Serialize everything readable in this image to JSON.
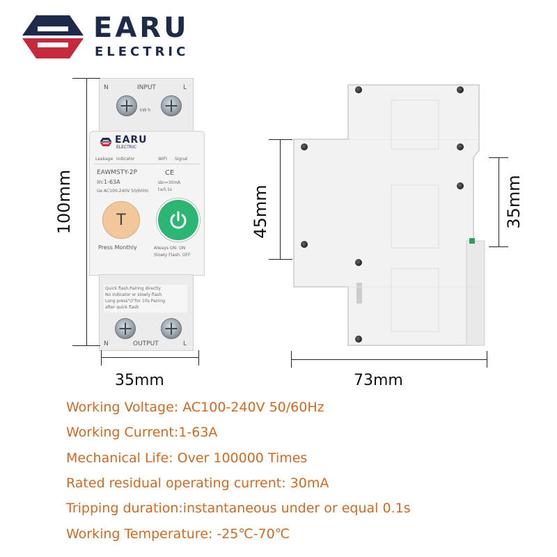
{
  "brand": {
    "name": "EARU",
    "sub": "ELECTRIC",
    "colors": {
      "navy": "#1e2a4a",
      "red": "#c8283c"
    }
  },
  "front_device": {
    "input_label": "INPUT",
    "n_label": "N",
    "l_label": "L",
    "kwh_label": "kW·h",
    "brand_name": "EARU",
    "brand_sub": "ELECTRIC",
    "leakage_label": "Leakage",
    "indicator_label": "indicator",
    "wifi_label": "WIFI",
    "signal_label": "Signal",
    "model": "EAWMSTY-2P",
    "current_rating": "in:1-63A",
    "voltage_rating": "Ue AC100-240V 50/60Hz",
    "leak_rating": "IΔn=30mA",
    "trip_time": "t≤0.1s",
    "ce_mark": "CE",
    "test_button_label": "T",
    "press_monthly": "Press Monthly",
    "always_on": "Always ON: ON",
    "slowly_flash": "Slowly Flash: OFF",
    "instructions": [
      "Quick flash,Pairing directly",
      "No indicator or slowly flash",
      "Long press\"⏻\"for 10s Pairing",
      "after quick flash"
    ],
    "output_label": "OUTPUT",
    "colors": {
      "test_button": "#f2c79a",
      "power_button": "#2bb673"
    }
  },
  "dimensions": {
    "height": "100mm",
    "width_front": "35mm",
    "height_side_left": "45mm",
    "height_side_right": "35mm",
    "depth_side": "73mm"
  },
  "specs": [
    "Working Voltage: AC100-240V 50/60Hz",
    "Working Current:1-63A",
    "Mechanical Life: Over 100000 Times",
    "Rated residual operating current: 30mA",
    "Tripping duration:instantaneous under or equal 0.1s",
    "Working Temperature: -25℃-70℃"
  ]
}
